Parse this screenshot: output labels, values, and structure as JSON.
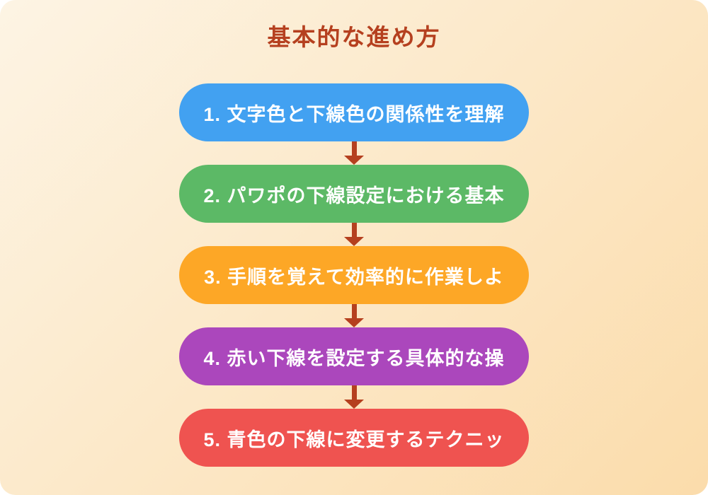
{
  "title": "基本的な進め方",
  "flow": {
    "steps": [
      {
        "label": "1. 文字色と下線色の関係性を理解",
        "color": "#42a1f1"
      },
      {
        "label": "2. パワポの下線設定における基本",
        "color": "#5cb966"
      },
      {
        "label": "3. 手順を覚えて効率的に作業しよ",
        "color": "#fda726"
      },
      {
        "label": "4. 赤い下線を設定する具体的な操",
        "color": "#ab47bc"
      },
      {
        "label": "5. 青色の下線に変更するテクニッ",
        "color": "#ef5350"
      }
    ]
  },
  "colors": {
    "background_gradient_start": "#fdf4e4",
    "background_gradient_end": "#fbdcab",
    "title_text": "#b5401f",
    "arrow": "#b5401f",
    "step_text": "#ffffff"
  }
}
